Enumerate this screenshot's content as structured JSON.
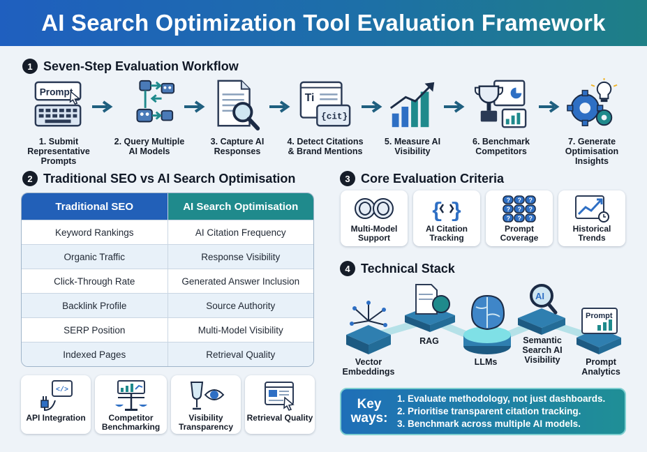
{
  "title": "AI Search Optimization Tool Evaluation Framework",
  "workflow": {
    "num": "1",
    "title": "Seven-Step Evaluation Workflow",
    "steps": [
      {
        "label": "1. Submit Representative Prompts",
        "icon": "keyboard-prompt-icon",
        "screen_text": "Prompt"
      },
      {
        "label": "2. Query Multiple AI Models",
        "icon": "robots-network-icon"
      },
      {
        "label": "3. Capture AI Responses",
        "icon": "document-magnifier-icon"
      },
      {
        "label": "4. Detect Citations & Brand Mentions",
        "icon": "citation-window-icon",
        "screen_text": "Ti",
        "tag_text": "{cit}"
      },
      {
        "label": "5. Measure AI Visibility",
        "icon": "growth-bars-icon"
      },
      {
        "label": "6. Benchmark Competitors",
        "icon": "trophy-chart-icon"
      },
      {
        "label": "7. Generate Optimisation Insights",
        "icon": "gears-bulb-icon"
      }
    ]
  },
  "comparison": {
    "num": "2",
    "title": "Traditional SEO vs AI Search Optimisation",
    "headers": [
      "Traditional SEO",
      "AI Search Optimisation"
    ],
    "rows": [
      [
        "Keyword Rankings",
        "AI Citation Frequency"
      ],
      [
        "Organic Traffic",
        "Response Visibility"
      ],
      [
        "Click-Through Rate",
        "Generated Answer Inclusion"
      ],
      [
        "Backlink Profile",
        "Source Authority"
      ],
      [
        "SERP Position",
        "Multi-Model Visibility"
      ],
      [
        "Indexed Pages",
        "Retrieval Quality"
      ]
    ]
  },
  "bottom_cards": [
    {
      "label": "API Integration",
      "icon": "plug-code-icon"
    },
    {
      "label": "Competitor Benchmarking",
      "icon": "scales-chart-icon"
    },
    {
      "label": "Visibility Transparency",
      "icon": "glass-eye-icon"
    },
    {
      "label": "Retrieval Quality",
      "icon": "browser-cursor-icon"
    }
  ],
  "criteria": {
    "num": "3",
    "title": "Core Evaluation Criteria",
    "items": [
      {
        "label": "Multi-Model Support",
        "icon": "ai-logos-icon"
      },
      {
        "label": "AI Citation Tracking",
        "icon": "braces-icon"
      },
      {
        "label": "Prompt Coverage",
        "icon": "question-grid-icon"
      },
      {
        "label": "Historical Trends",
        "icon": "trend-chart-icon"
      }
    ]
  },
  "stack": {
    "num": "4",
    "title": "Technical Stack",
    "items": [
      {
        "label": "Vector Embeddings",
        "icon": "vector-cube-icon"
      },
      {
        "label": "RAG",
        "icon": "document-brain-icon"
      },
      {
        "label": "LLMs",
        "icon": "brain-pedestal-icon"
      },
      {
        "label": "Semantic Search AI Visibility",
        "icon": "ai-magnifier-icon",
        "badge": "AI"
      },
      {
        "label": "Prompt Analytics",
        "icon": "prompt-analytics-icon",
        "badge": "Prompt"
      }
    ]
  },
  "key_ways": {
    "label": "Key ways:",
    "points": [
      "1. Evaluate methodology, not just dashboards.",
      "2. Prioritise transparent citation tracking.",
      "3. Benchmark across multiple AI models."
    ]
  },
  "colors": {
    "header_left": "#1f5fbf",
    "header_right": "#1e7f86",
    "table_header_left": "#2260b8",
    "table_header_right": "#1f8a8c",
    "accent_teal": "#1f8a8c",
    "accent_blue": "#2e6fc4"
  }
}
